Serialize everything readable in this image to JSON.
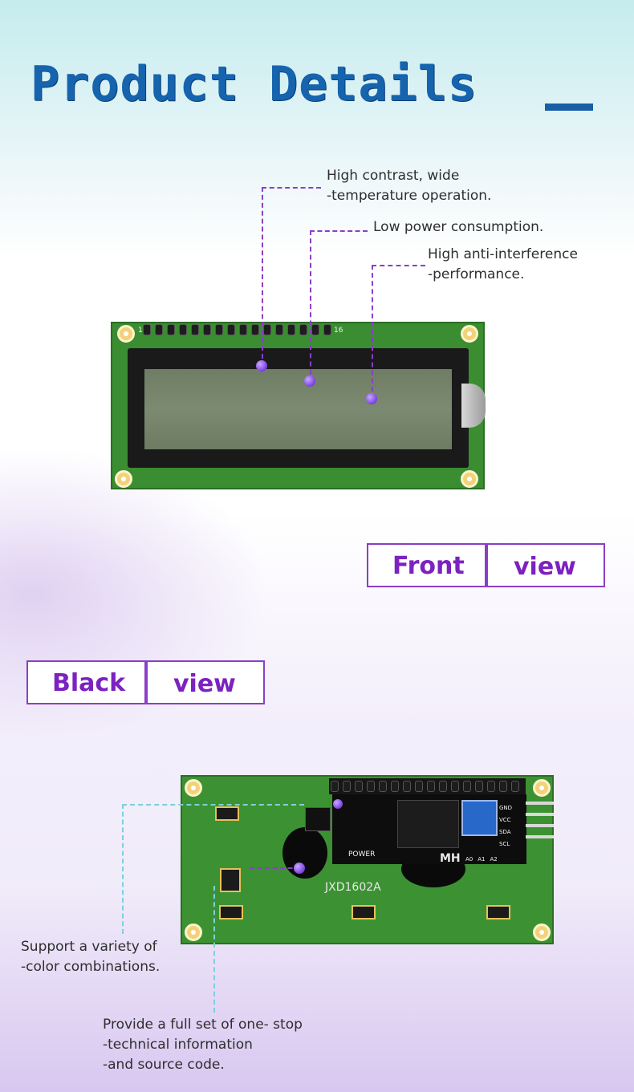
{
  "header": {
    "title": "Product Details"
  },
  "front_section": {
    "callouts": [
      {
        "line1": "High contrast, wide",
        "line2": "-temperature operation."
      },
      {
        "line1": "Low power consumption.",
        "line2": ""
      },
      {
        "line1": "High anti-interference",
        "line2": "-performance."
      }
    ],
    "board_labels": {
      "pin_start": "1",
      "pin_end": "16"
    },
    "view_label": {
      "word1": "Front",
      "word2": "view"
    }
  },
  "back_section": {
    "view_label": {
      "word1": "Black",
      "word2": "view"
    },
    "callouts": [
      {
        "line1": "Support a variety of",
        "line2": "-color combinations.",
        "line3": ""
      },
      {
        "line1": "Provide a full set of one- stop",
        "line2": "-technical information",
        "line3": "-and source code."
      }
    ],
    "board_labels": {
      "model": "JXD1602A",
      "module_brand": "MH",
      "power": "POWER",
      "pins": [
        "GND",
        "VCC",
        "SDA",
        "SCL"
      ],
      "addr": [
        "A0",
        "A1",
        "A2"
      ]
    }
  },
  "colors": {
    "title": "#1664ae",
    "accent_purple": "#8b3ec6",
    "label_purple": "#7c22c0",
    "accent_cyan": "#6cc3d8",
    "pcb_green": "#3a8d31"
  }
}
